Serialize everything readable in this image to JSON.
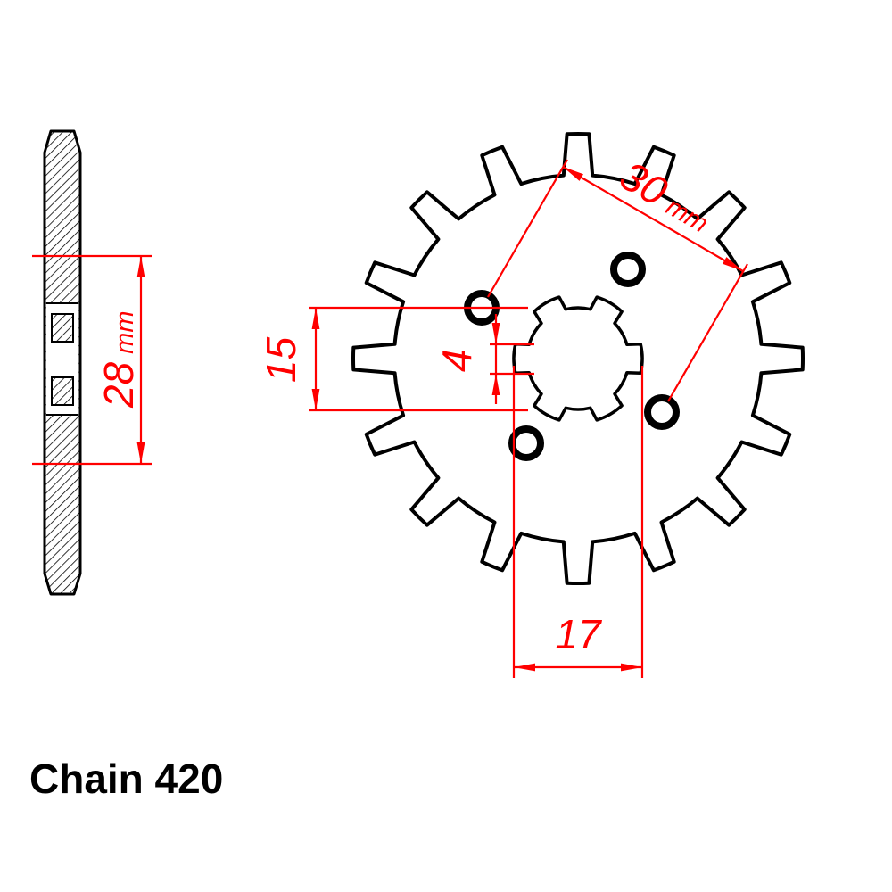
{
  "part_label": {
    "text": "Chain 420"
  },
  "dimensions": {
    "hub_width": {
      "value": "28",
      "unit": "mm"
    },
    "pitch": {
      "value": "30",
      "unit": "mm"
    },
    "bore_minor": {
      "value": "15"
    },
    "spline_slot": {
      "value": "4"
    },
    "bore_major": {
      "value": "17"
    }
  },
  "colors": {
    "dimension": "#ff0000",
    "ink": "#000000",
    "background": "#ffffff"
  }
}
